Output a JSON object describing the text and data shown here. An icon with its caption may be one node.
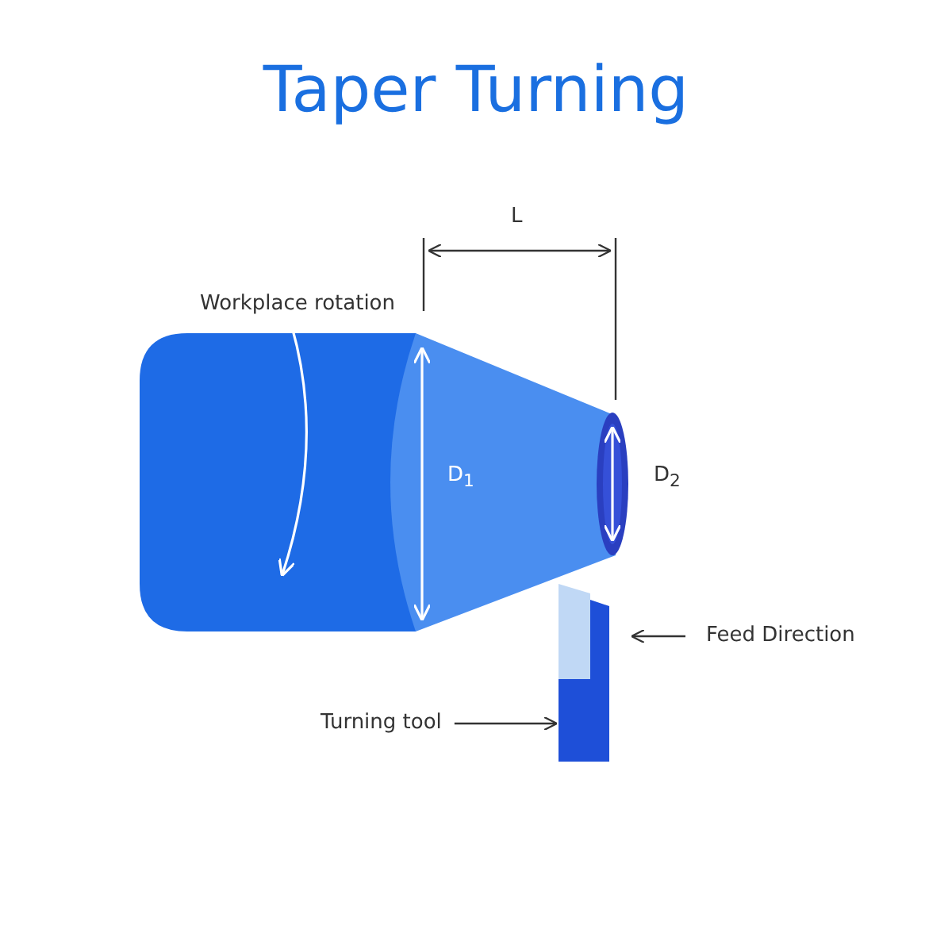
{
  "diagram": {
    "title": "Taper Turning",
    "nodes": [
      {
        "text": [
          "Turning tool"
        ]
      },
      {
        "text": [],
        "shape": "picture"
      }
    ],
    "edges": [
      {
        "from": 0,
        "to": 1,
        "arrow": "to"
      }
    ],
    "labels": [
      "L",
      "Workplace rotation",
      "D$_{1}$",
      "D$_{2}$",
      "Feed Direction"
    ]
  }
}
